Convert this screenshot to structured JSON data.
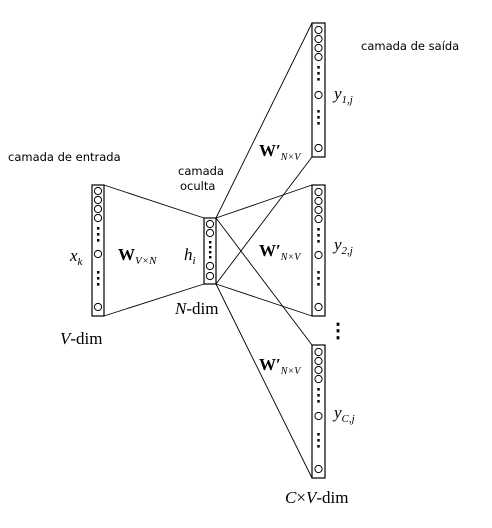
{
  "labels": {
    "input_layer": "camada de entrada",
    "hidden_layer_line1": "camada",
    "hidden_layer_line2": "oculta",
    "output_layer": "camada de saída"
  },
  "math": {
    "x_k": {
      "base": "x",
      "sub": "k"
    },
    "h_i": {
      "base": "h",
      "sub": "i"
    },
    "W_in": {
      "base": "W",
      "sub": "V×N"
    },
    "W_out": {
      "base": "W′",
      "sub": "N×V"
    },
    "y_1": {
      "base": "y",
      "sub": "1,j"
    },
    "y_2": {
      "base": "y",
      "sub": "2,j"
    },
    "y_C": {
      "base": "y",
      "sub": "C,j"
    },
    "V_dim": {
      "var": "V",
      "text": "-dim"
    },
    "N_dim": {
      "var": "N",
      "text": "-dim"
    },
    "CxV_dim": {
      "var1": "C",
      "times": "×",
      "var2": "V",
      "text": "-dim"
    },
    "vertical_ellipsis": "⋮"
  }
}
